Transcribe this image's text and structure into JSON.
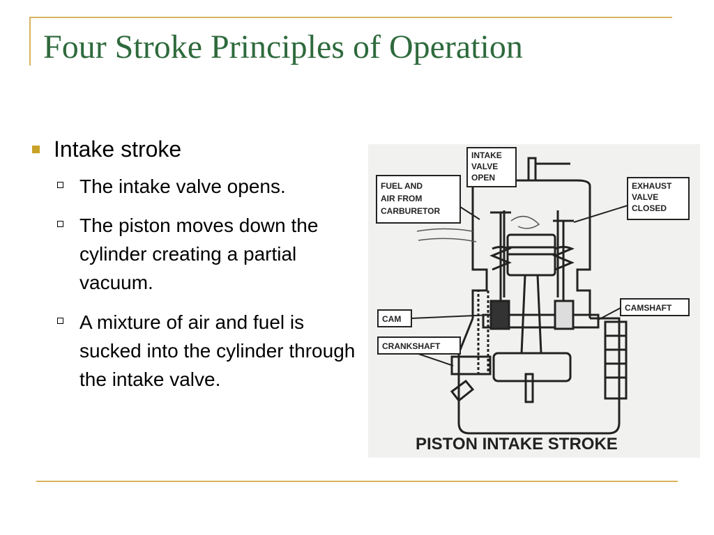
{
  "slide": {
    "title": "Four Stroke Principles of Operation",
    "bullet": "Intake stroke",
    "subbullets": [
      "The intake valve opens.",
      "The piston moves down the cylinder creating a partial vacuum.",
      "A mixture of air and fuel is sucked into the cylinder through the intake valve."
    ]
  },
  "figure": {
    "labels": {
      "intake_valve": [
        "INTAKE",
        "VALVE",
        "OPEN"
      ],
      "fuel_air": [
        "FUEL AND",
        "AIR FROM",
        "CARBURETOR"
      ],
      "exhaust_valve": [
        "EXHAUST",
        "VALVE",
        "CLOSED"
      ],
      "cam": "CAM",
      "camshaft": "CAMSHAFT",
      "crankshaft": "CRANKSHAFT",
      "caption": "PISTON INTAKE STROKE"
    }
  },
  "colors": {
    "title": "#2e6a3c",
    "accent": "#d8b35c",
    "bullet": "#c9a227"
  }
}
